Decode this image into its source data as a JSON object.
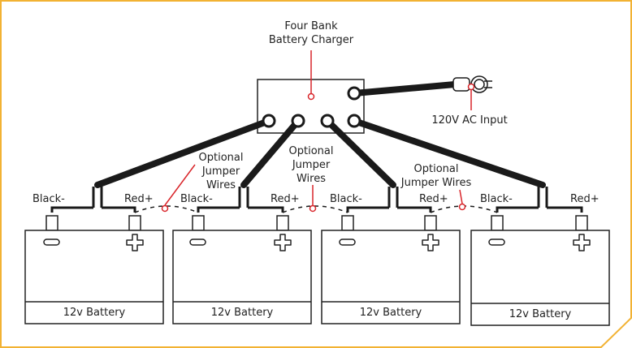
{
  "title": {
    "line1": "Four Bank",
    "line2": "Battery Charger"
  },
  "ac_input_label": "120V AC Input",
  "jumpers": [
    {
      "line1": "Optional",
      "line2": "Jumper",
      "line3": "Wires"
    },
    {
      "line1": "Optional",
      "line2": "Jumper",
      "line3": "Wires"
    },
    {
      "line1": "Optional",
      "line2": "Jumper Wires"
    }
  ],
  "batteries": [
    {
      "label": "12v Battery",
      "neg_label": "Black-",
      "pos_label": "Red+"
    },
    {
      "label": "12v Battery",
      "neg_label": "Black-",
      "pos_label": "Red+"
    },
    {
      "label": "12v Battery",
      "neg_label": "Black-",
      "pos_label": "Red+"
    },
    {
      "label": "12v Battery",
      "neg_label": "Black-",
      "pos_label": "Red+"
    }
  ],
  "colors": {
    "border_accent": "#f2b233",
    "cable": "#1a1a1a",
    "callout": "#d9262b",
    "outline": "#222222"
  }
}
